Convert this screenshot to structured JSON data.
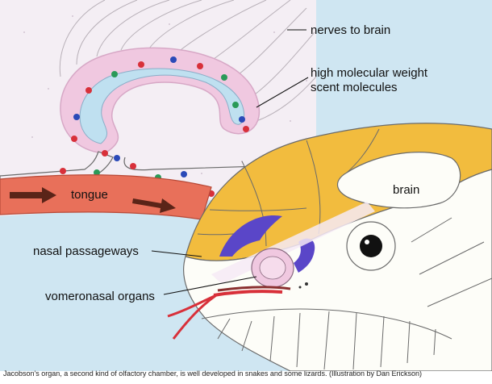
{
  "labels": {
    "nerves": "nerves to brain",
    "molecules_line1": "high molecular weight",
    "molecules_line2": "scent molecules",
    "tongue": "tongue",
    "brain": "brain",
    "nasal": "nasal passageways",
    "vomeronasal": "vomeronasal organs"
  },
  "caption": "Jacobson's organ, a second kind of olfactory chamber, is well developed in snakes and some lizards. (Illustration by Dan Erickson)",
  "colors": {
    "background_blue": "#cfe6f2",
    "inset_panel": "#f4eef4",
    "organ_pink": "#f0c8e0",
    "organ_blue": "#bfe0f0",
    "tongue_red": "#e8705a",
    "arrow_dark": "#5a2418",
    "head_yellow": "#f2bc3e",
    "head_white": "#fdfdf8",
    "passage_purple": "#5a46c8",
    "molecule_red": "#d8303a",
    "molecule_blue": "#2a4ab8",
    "molecule_green": "#2a9a58"
  }
}
